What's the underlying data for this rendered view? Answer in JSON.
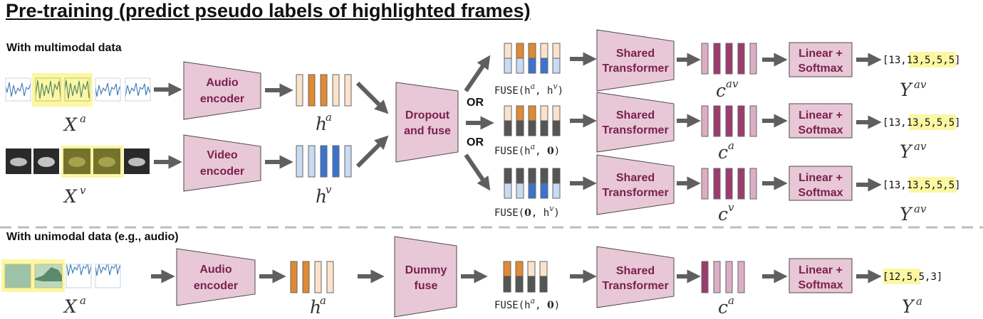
{
  "title": "Pre-training (predict pseudo labels of highlighted frames)",
  "sections": {
    "multimodal": "With multimodal data",
    "unimodal": "With unimodal data (e.g., audio)"
  },
  "modules": {
    "audio_encoder_1": "Audio",
    "audio_encoder_2": "encoder",
    "video_encoder_1": "Video",
    "video_encoder_2": "encoder",
    "dropout_fuse_1": "Dropout",
    "dropout_fuse_2": "and fuse",
    "dummy_fuse_1": "Dummy",
    "dummy_fuse_2": "fuse",
    "shared_1": "Shared",
    "shared_2": "Transformer",
    "linear_1": "Linear +",
    "linear_2": "Softmax"
  },
  "or_label": "OR",
  "fuse_labels": {
    "av": {
      "prefix": "FUSE(h",
      "a": "a",
      "mid": ", h",
      "v": "v",
      "end": ")"
    },
    "a0": {
      "prefix": "FUSE(h",
      "a": "a",
      "mid": ", ",
      "zero": "0",
      "end": ")"
    },
    "0v": {
      "prefix": "FUSE(",
      "zero": "0",
      "mid": ", h",
      "v": "v",
      "end": ")"
    }
  },
  "vars": {
    "X": "X",
    "h": "h",
    "c": "c",
    "Y": "Y",
    "sup_a": "a",
    "sup_v": "v",
    "sup_av": "av"
  },
  "sequences": {
    "multimodal": {
      "open": "[13,",
      "highlight": "13,5,5",
      "close": ",5]"
    },
    "unimodal": {
      "open": "[",
      "highlight": "12,5",
      "close": ",5,3]"
    }
  },
  "colors": {
    "module_fill": "#e8c8d6",
    "module_text": "#7a1f4e",
    "arrow": "#5f5f5f",
    "audio_feat_light": "#fbe3cb",
    "audio_feat_dark": "#e08a34",
    "video_feat_light": "#c9dbf3",
    "video_feat_dark": "#3a74cf",
    "dropped": "#555555",
    "context_light": "#dcaec5",
    "context_dark": "#9c3c6f",
    "highlight": "#fbf7a2"
  }
}
